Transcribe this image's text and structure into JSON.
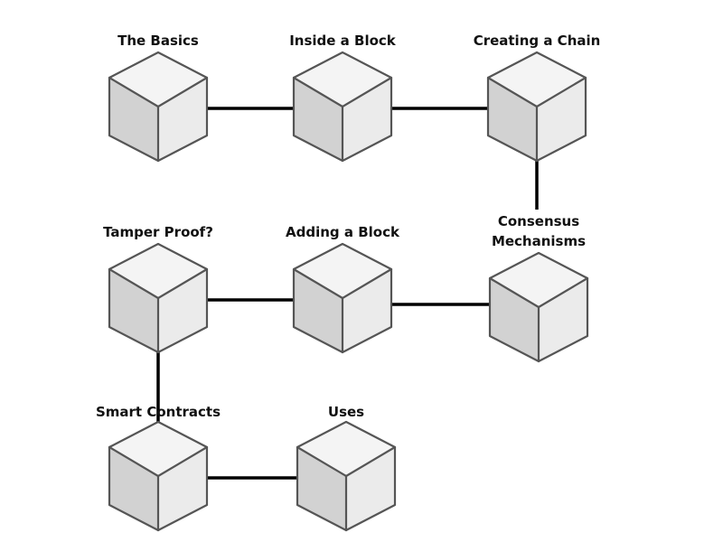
{
  "diagram": {
    "colors": {
      "cube_top": "#f4f4f4",
      "cube_left": "#d2d2d2",
      "cube_right": "#ebebeb",
      "cube_outline": "#555555",
      "connector": "#000000",
      "label": "#111111"
    },
    "nodes": [
      {
        "id": "the-basics",
        "label": "The Basics",
        "icon": "cube-icon"
      },
      {
        "id": "inside-a-block",
        "label": "Inside a Block",
        "icon": "cube-icon"
      },
      {
        "id": "creating-a-chain",
        "label": "Creating a Chain",
        "icon": "cube-icon"
      },
      {
        "id": "consensus-mechanisms",
        "label": [
          "Consensus",
          "Mechanisms"
        ],
        "icon": "cube-icon"
      },
      {
        "id": "adding-a-block",
        "label": "Adding a Block",
        "icon": "cube-icon"
      },
      {
        "id": "tamper-proof",
        "label": "Tamper Proof?",
        "icon": "cube-icon"
      },
      {
        "id": "smart-contracts",
        "label": "Smart Contracts",
        "icon": "cube-icon"
      },
      {
        "id": "uses",
        "label": "Uses",
        "icon": "cube-icon"
      }
    ],
    "edges": [
      [
        "the-basics",
        "inside-a-block"
      ],
      [
        "inside-a-block",
        "creating-a-chain"
      ],
      [
        "creating-a-chain",
        "consensus-mechanisms"
      ],
      [
        "consensus-mechanisms",
        "adding-a-block"
      ],
      [
        "adding-a-block",
        "tamper-proof"
      ],
      [
        "tamper-proof",
        "smart-contracts"
      ],
      [
        "smart-contracts",
        "uses"
      ]
    ]
  }
}
